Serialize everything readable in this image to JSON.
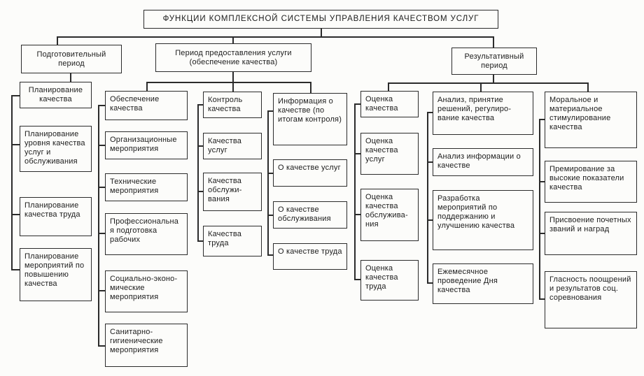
{
  "title": "ФУНКЦИИ КОМПЛЕКСНОЙ СИСТЕМЫ УПРАВЛЕНИЯ КАЧЕСТВОМ УСЛУГ",
  "periods": {
    "preparatory": "Подготовительный период",
    "provision": "Период предоставления услуги (обеспечение качества)",
    "resultative": "Результативный период"
  },
  "columns": [
    {
      "items": [
        "Планирование качества",
        "Планирование уровня качества услуг и обслуживания",
        "Планирование качества труда",
        "Планирование мероприятий по повышению качества"
      ]
    },
    {
      "items": [
        "Обеспечение качества",
        "Организационные мероприятия",
        "Технические мероприятия",
        "Профессиональная подготовка рабочих",
        "Социально-эконо­мические мероприятия",
        "Санитарно-гигиенические мероприятия"
      ]
    },
    {
      "items": [
        "Контроль качества",
        "Качества услуг",
        "Качества обслужи­вания",
        "Качества труда"
      ]
    },
    {
      "items": [
        "Информация о качестве (по итогам контроля)",
        "О качестве услуг",
        "О качестве обслуживания",
        "О качестве труда"
      ]
    },
    {
      "items": [
        "Оценка качества",
        "Оценка качества услуг",
        "Оценка качества обслужива­ния",
        "Оценка качества труда"
      ]
    },
    {
      "items": [
        "Анализ, принятие решений, регулиро­вание качества",
        "Анализ информации о качестве",
        "Разработка мероприятий по поддержанию и улучшению качества",
        "Ежемесячное проведение Дня качества"
      ]
    },
    {
      "items": [
        "Моральное и материальное стимулирование качества",
        "Премирование за высокие пока­затели качества",
        "Присвоение почет­ных званий и наград",
        "Гласность поощрений и результатов соц. соревнования"
      ]
    }
  ],
  "colors": {
    "line": "#2b2b2b",
    "paper": "#fcfcfa",
    "text": "#1c1c1c"
  }
}
